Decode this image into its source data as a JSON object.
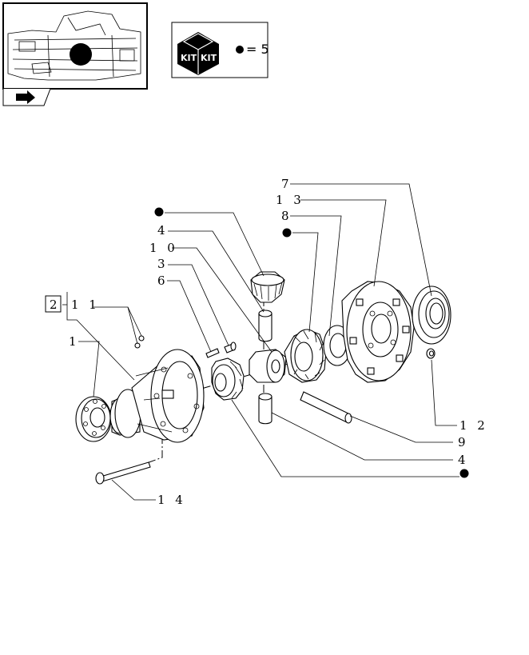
{
  "kit_legend": {
    "kit_label_left": "KIT",
    "kit_label_right": "KIT",
    "equals_text": "= 5"
  },
  "callouts": {
    "c7": "7",
    "c13": "1 3",
    "c8": "8",
    "c4_top": "4",
    "c10": "1 0",
    "c3": "3",
    "c6": "6",
    "c2": "2",
    "c11": "1 1",
    "c1": "1",
    "c12": "1 2",
    "c9": "9",
    "c4_bottom": "4",
    "c14": "1 4"
  },
  "colors": {
    "ink": "#000000",
    "paper": "#ffffff"
  }
}
